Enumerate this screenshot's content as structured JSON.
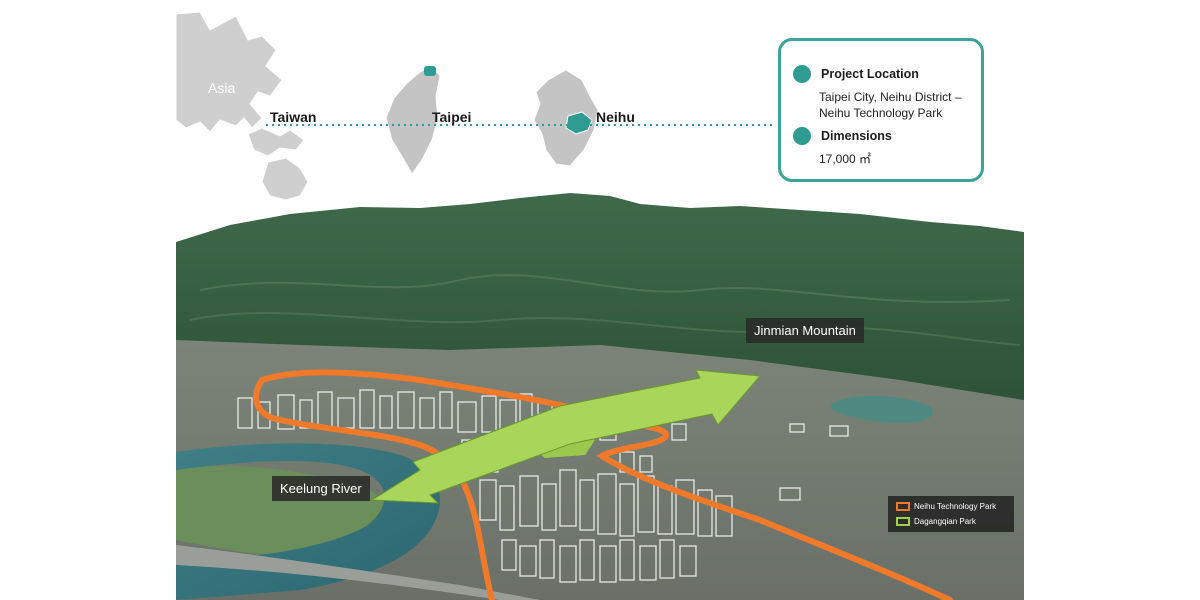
{
  "locator": {
    "labels": {
      "asia": "Asia",
      "taiwan": "Taiwan",
      "taipei": "Taipei",
      "neihu": "Neihu"
    }
  },
  "info_panel": {
    "project_location_heading": "Project Location",
    "project_location_line1": "Taipei City, Neihu District –",
    "project_location_line2": "Neihu Technology Park",
    "dimensions_heading": "Dimensions",
    "dimensions_value": "17,000 ㎡"
  },
  "callouts": {
    "jinmian": "Jinmian Mountain",
    "keelung": "Keelung River"
  },
  "legend": {
    "items": [
      {
        "label": "Neihu Technology Park",
        "color": "#f07a2a"
      },
      {
        "label": "Dagangqian Park",
        "color": "#9fd14a"
      }
    ]
  },
  "colors": {
    "accent_teal": "#2f9c92",
    "boundary_orange": "#f07a2a",
    "park_green": "#9fd14a"
  }
}
